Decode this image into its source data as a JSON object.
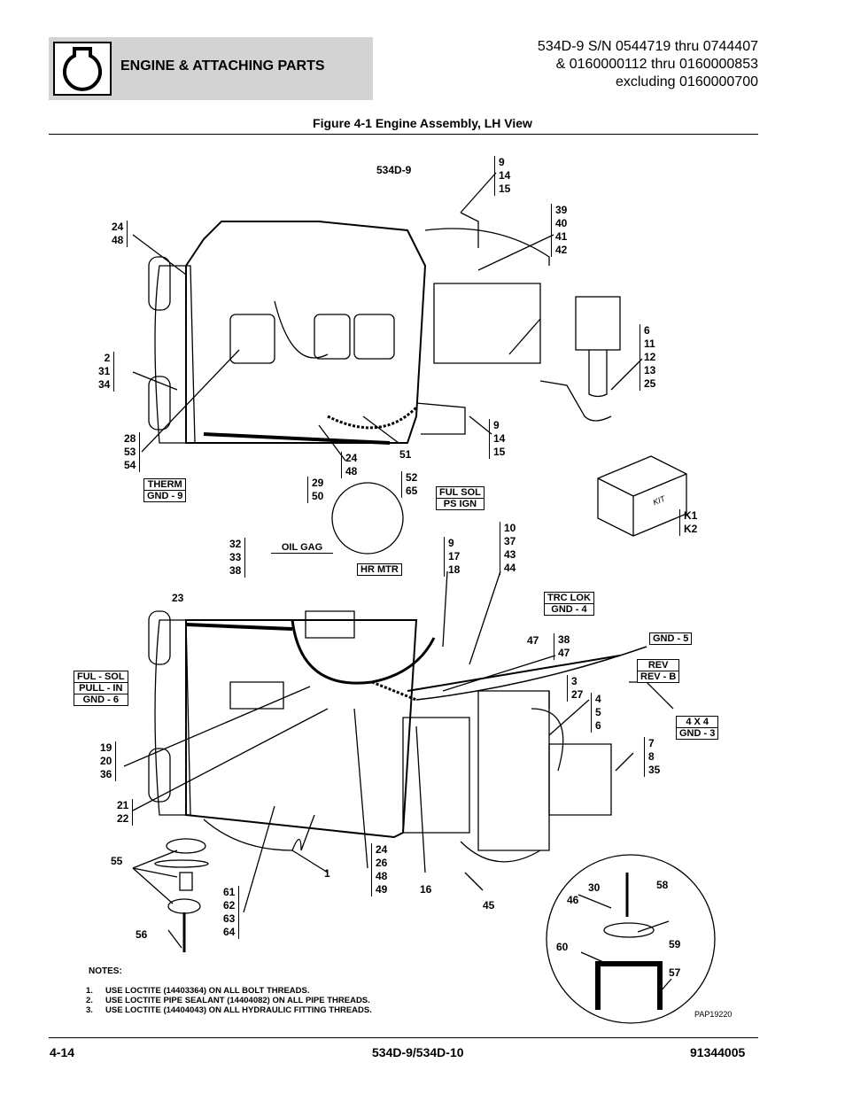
{
  "header": {
    "section_title": "ENGINE & ATTACHING PARTS",
    "serial_lines": [
      "534D-9 S/N 0544719 thru 0744407",
      "& 0160000112 thru 0160000853",
      "excluding 0160000700"
    ]
  },
  "figure": {
    "title": "Figure 4-1 Engine Assembly, LH View",
    "model_label": "534D-9",
    "art_id": "PAP19220",
    "kit_box_text": "KIT"
  },
  "callouts": {
    "c9_14_15_top": "9\n14\n15",
    "c39_42": "39\n40\n41\n42",
    "c24_48_top": "24\n48",
    "c2_31_34": "2\n31\n34",
    "c6_25": "6\n11\n12\n13\n25",
    "c9_14_15_mid": "9\n14\n15",
    "c28_53_54": "28\n53\n54",
    "c51": "51",
    "c24_48_mid": "24\n48",
    "c29_50": "29\n50",
    "c52_65": "52\n65",
    "cK1_K2": "K1\nK2",
    "c32_33_38": "32\n33\n38",
    "c9_17_18": "9\n17\n18",
    "c10_44": "10\n37\n43\n44",
    "c23": "23",
    "c47": "47",
    "c38_47": "38\n47",
    "c3_27": "3\n27",
    "c4_5_6": "4\n5\n6",
    "c7_8_35": "7\n8\n35",
    "c19_20_36": "19\n20\n36",
    "c21_22": "21\n22",
    "c55": "55",
    "c1": "1",
    "c24_49": "24\n26\n48\n49",
    "c16": "16",
    "c45": "45",
    "c61_64": "61\n62\n63\n64",
    "c56": "56",
    "c30": "30",
    "c58": "58",
    "c46": "46",
    "c59": "59",
    "c60": "60",
    "c57": "57"
  },
  "tags": {
    "therm": [
      "THERM",
      "GND - 9"
    ],
    "ful_sol_ps": [
      "FUL SOL",
      "PS IGN"
    ],
    "oil_gag": [
      "OIL GAG"
    ],
    "hr_mtr": [
      "HR MTR"
    ],
    "trc_lok": [
      "TRC LOK",
      "GND - 4"
    ],
    "gnd5": [
      "GND - 5"
    ],
    "rev": [
      "REV",
      "REV - B"
    ],
    "ful_sol_pull": [
      "FUL - SOL",
      "PULL - IN",
      "GND - 6"
    ],
    "four_x_four": [
      "4 X 4",
      "GND - 3"
    ]
  },
  "notes": {
    "heading": "NOTES:",
    "items": [
      {
        "num": "1.",
        "text": "USE LOCTITE (14403364) ON ALL BOLT THREADS."
      },
      {
        "num": "2.",
        "text": "USE LOCTITE PIPE SEALANT (14404082) ON ALL PIPE THREADS."
      },
      {
        "num": "3.",
        "text": "USE LOCTITE (14404043) ON ALL HYDRAULIC FITTING THREADS."
      }
    ]
  },
  "footer": {
    "page": "4-14",
    "model": "534D-9/534D-10",
    "doc_number": "91344005"
  }
}
